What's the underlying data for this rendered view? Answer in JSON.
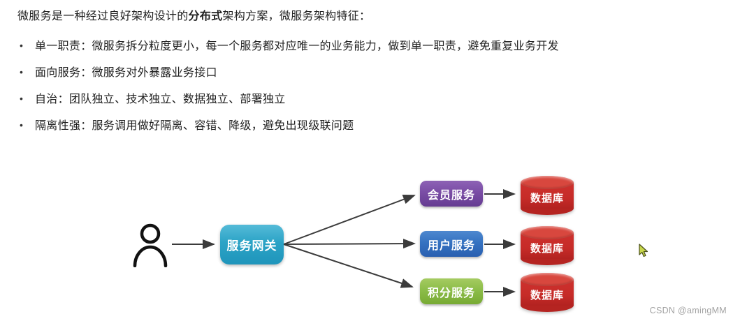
{
  "header": {
    "title_prefix": "微服务是一种经过良好架构设计的",
    "title_bold": "分布式",
    "title_suffix": "架构方案，微服务架构特征：",
    "bullet_char": "•",
    "bullets": [
      {
        "text": "单一职责：微服务拆分粒度更小，每一个服务都对应唯一的业务能力，做到单一职责，避免重复业务开发"
      },
      {
        "text": "面向服务：微服务对外暴露业务接口"
      },
      {
        "text": "自治：团队独立、技术独立、数据独立、部署独立"
      },
      {
        "text": "隔离性强：服务调用做好隔离、容错、降级，避免出现级联问题"
      }
    ]
  },
  "diagram": {
    "gateway": {
      "label": "服务网关",
      "color": "#2ba3c6"
    },
    "services": [
      {
        "label": "会员服务",
        "color": "#7a4da5"
      },
      {
        "label": "用户服务",
        "color": "#3572c1"
      },
      {
        "label": "积分服务",
        "color": "#8cbd49"
      }
    ],
    "databases": [
      {
        "label": "数据库"
      },
      {
        "label": "数据库"
      },
      {
        "label": "数据库"
      }
    ],
    "database_color": "#c62b28",
    "arrow_color": "#3b3b3b",
    "cursor_color": "#c7d64a"
  },
  "page": {
    "watermark": "CSDN @amingMM"
  }
}
